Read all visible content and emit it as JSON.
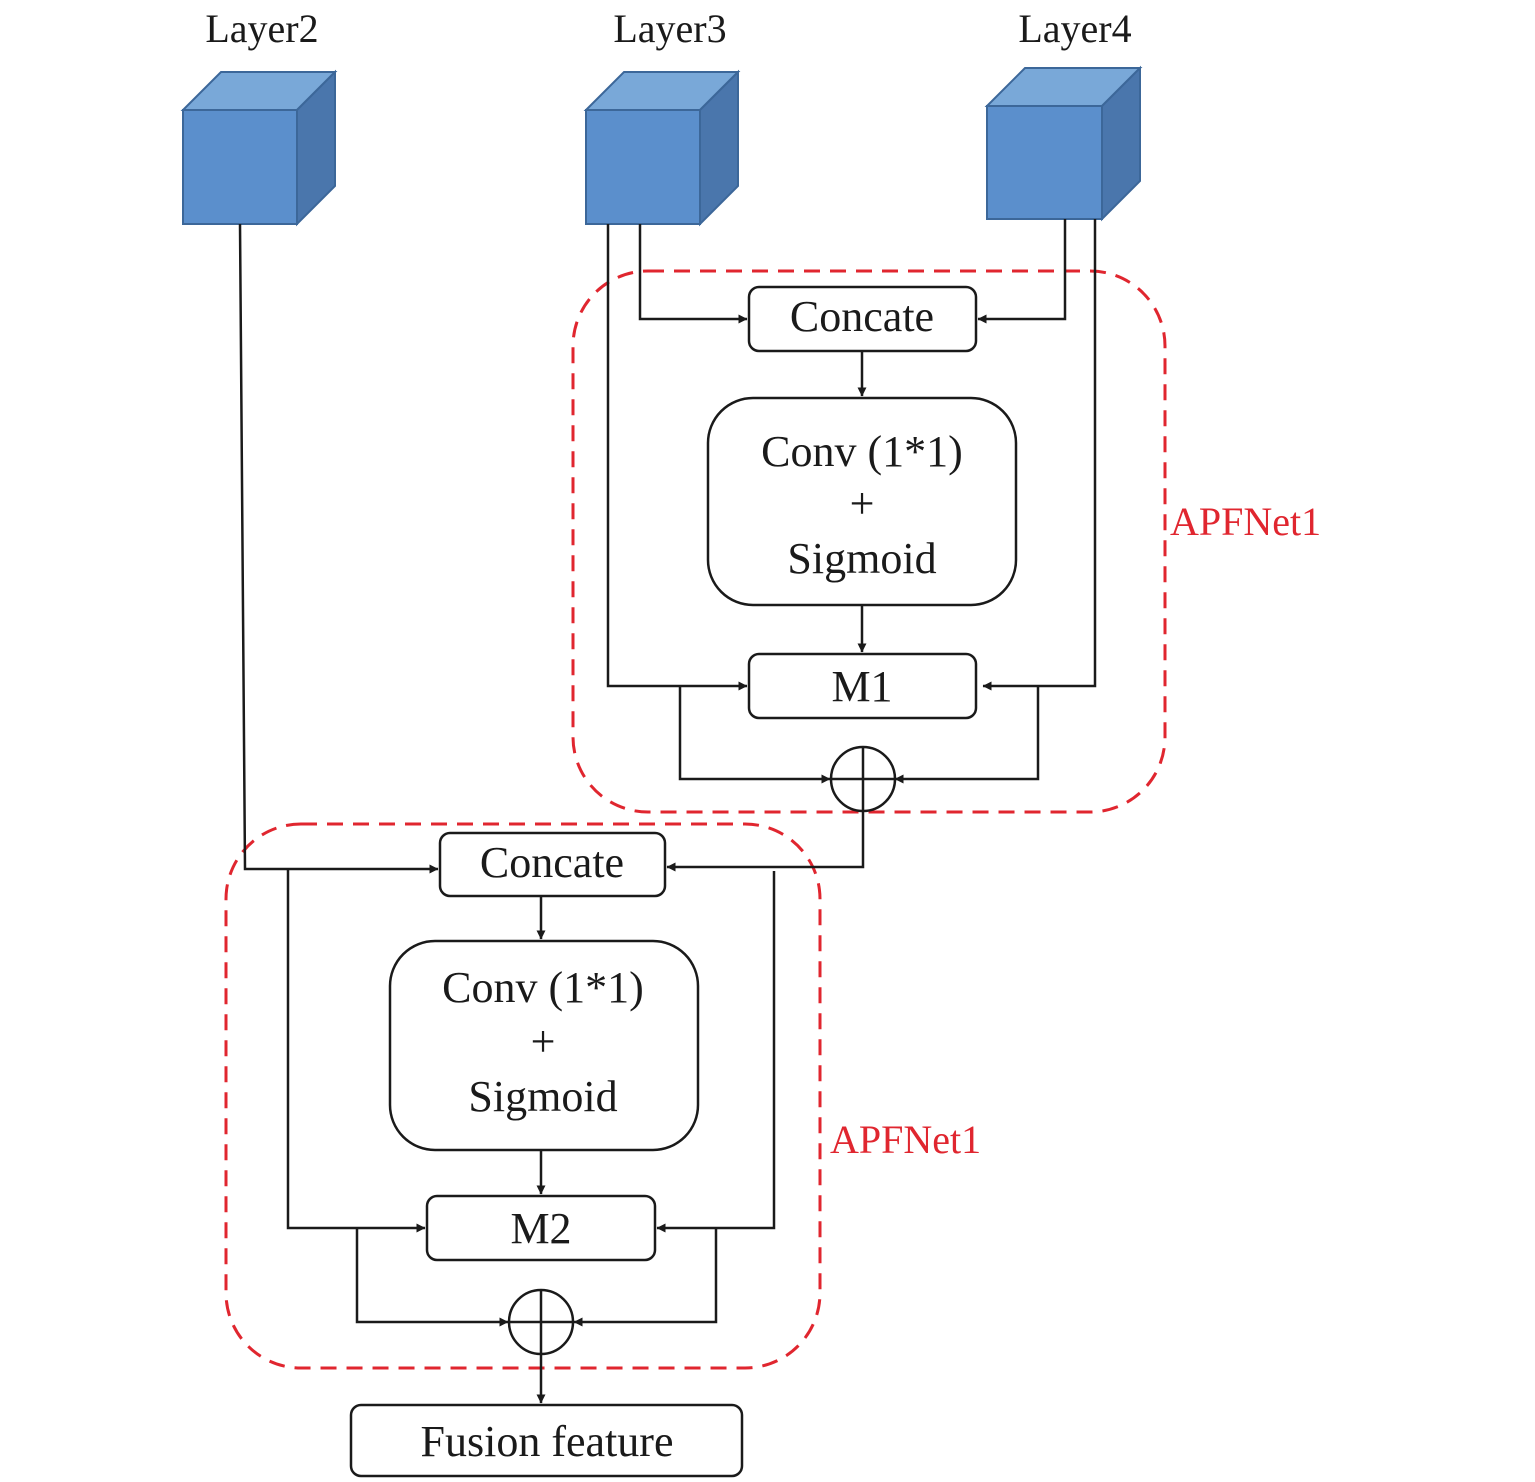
{
  "layers": [
    {
      "id": "layer2",
      "label": "Layer2"
    },
    {
      "id": "layer3",
      "label": "Layer3"
    },
    {
      "id": "layer4",
      "label": "Layer4"
    }
  ],
  "blocks": [
    {
      "id": "apf1",
      "name": "APFNet1",
      "concat_label": "Concate",
      "conv_line1": "Conv (1*1)",
      "conv_line2": "+",
      "conv_line3": "Sigmoid",
      "m_label": "M1"
    },
    {
      "id": "apf2",
      "name": "APFNet1",
      "concat_label": "Concate",
      "conv_line1": "Conv (1*1)",
      "conv_line2": "+",
      "conv_line3": "Sigmoid",
      "m_label": "M2"
    }
  ],
  "output_label": "Fusion feature",
  "colors": {
    "cube_front": "#5b8fcc",
    "cube_top": "#79a8d8",
    "cube_side": "#4a76ac",
    "cube_edge": "#3c6799",
    "dashed_box": "#e0262f",
    "line": "#1a1a1a"
  }
}
